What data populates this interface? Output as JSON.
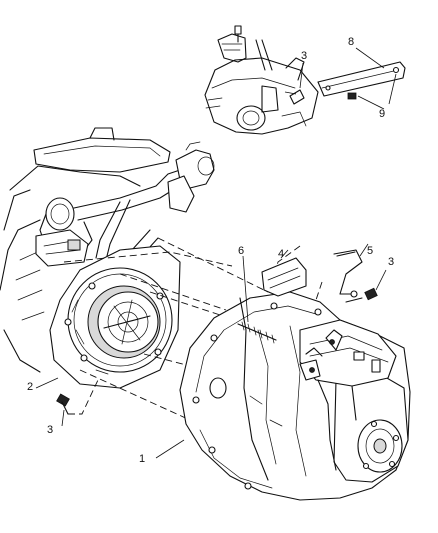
{
  "callouts": {
    "c1": "1",
    "c2": "2",
    "c3_left": "3",
    "c3_right": "3",
    "c3_inset": "3",
    "c4": "4",
    "c5": "5",
    "c6": "6",
    "c8": "8",
    "c9": "9"
  }
}
